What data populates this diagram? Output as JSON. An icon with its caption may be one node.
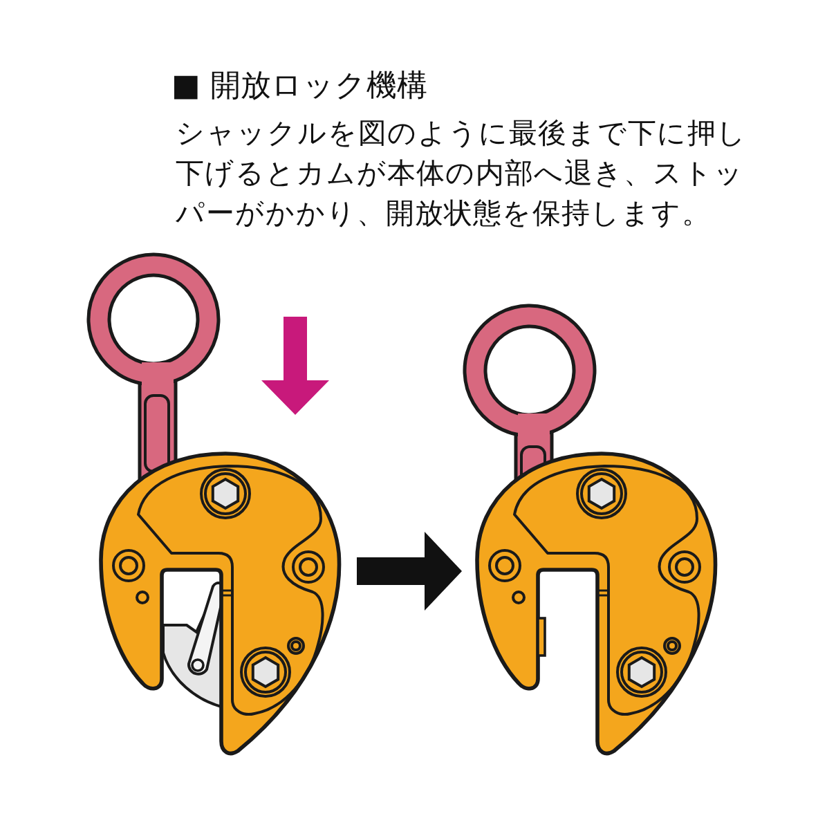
{
  "diagram": {
    "title": "■ 開放ロック機構",
    "nodes": [
      {
        "text": [],
        "shape": "picture"
      },
      {
        "text": [],
        "shape": "picture"
      }
    ],
    "edges": [
      {
        "from": 0,
        "to": 1,
        "arrow": "to"
      }
    ],
    "labels": [
      "シャックルを図のように最後まで下に押し下げるとカムが本体の内部へ退き、ストッパーがかかり、開放状態を保持します。"
    ]
  }
}
